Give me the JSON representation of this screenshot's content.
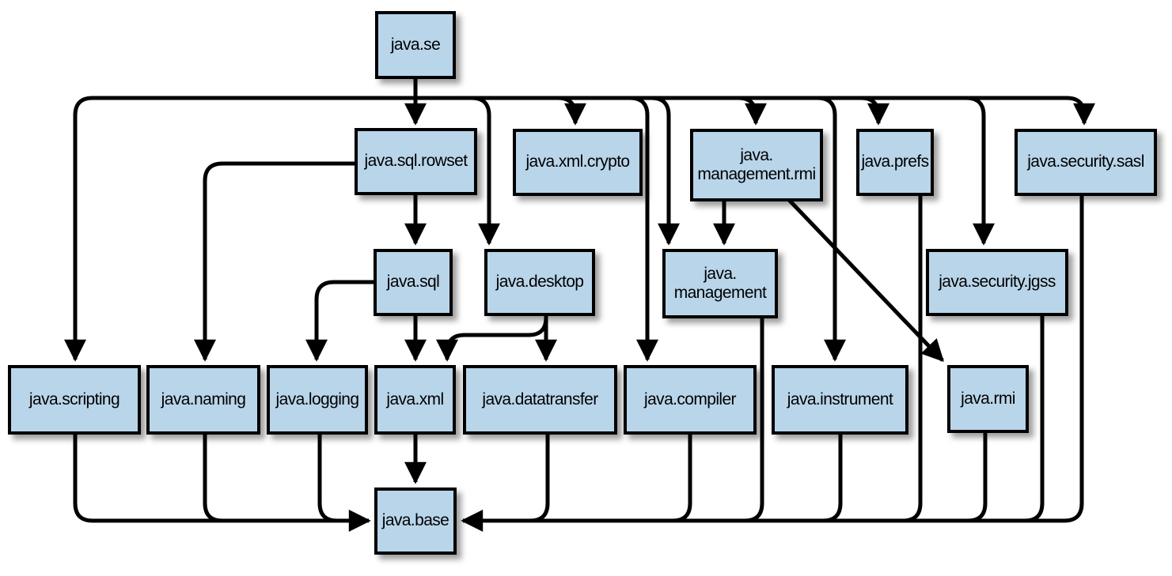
{
  "diagram": {
    "type": "module-dependency-graph",
    "colors": {
      "background": "#ffffff",
      "node_fill": "#b9d5ea",
      "node_border": "#000000",
      "edge": "#000000"
    },
    "nodes": [
      {
        "id": "java.se",
        "label": "java.se"
      },
      {
        "id": "java.sql.rowset",
        "label": "java.sql.rowset"
      },
      {
        "id": "java.xml.crypto",
        "label": "java.xml.crypto"
      },
      {
        "id": "java.management.rmi",
        "line1": "java.",
        "line2": "management.rmi"
      },
      {
        "id": "java.prefs",
        "label": "java.prefs"
      },
      {
        "id": "java.security.sasl",
        "label": "java.security.sasl"
      },
      {
        "id": "java.sql",
        "label": "java.sql"
      },
      {
        "id": "java.desktop",
        "label": "java.desktop"
      },
      {
        "id": "java.management",
        "line1": "java.",
        "line2": "management"
      },
      {
        "id": "java.security.jgss",
        "label": "java.security.jgss"
      },
      {
        "id": "java.scripting",
        "label": "java.scripting"
      },
      {
        "id": "java.naming",
        "label": "java.naming"
      },
      {
        "id": "java.logging",
        "label": "java.logging"
      },
      {
        "id": "java.xml",
        "label": "java.xml"
      },
      {
        "id": "java.datatransfer",
        "label": "java.datatransfer"
      },
      {
        "id": "java.compiler",
        "label": "java.compiler"
      },
      {
        "id": "java.instrument",
        "label": "java.instrument"
      },
      {
        "id": "java.rmi",
        "label": "java.rmi"
      },
      {
        "id": "java.base",
        "label": "java.base"
      }
    ],
    "edges": [
      {
        "from": "java.se",
        "to": "java.sql.rowset"
      },
      {
        "from": "java.se",
        "to": "java.xml.crypto"
      },
      {
        "from": "java.se",
        "to": "java.management.rmi"
      },
      {
        "from": "java.se",
        "to": "java.prefs"
      },
      {
        "from": "java.se",
        "to": "java.security.sasl"
      },
      {
        "from": "java.se",
        "to": "java.scripting"
      },
      {
        "from": "java.se",
        "to": "java.desktop"
      },
      {
        "from": "java.se",
        "to": "java.management"
      },
      {
        "from": "java.se",
        "to": "java.compiler"
      },
      {
        "from": "java.se",
        "to": "java.instrument"
      },
      {
        "from": "java.se",
        "to": "java.security.jgss"
      },
      {
        "from": "java.sql.rowset",
        "to": "java.sql"
      },
      {
        "from": "java.sql.rowset",
        "to": "java.naming"
      },
      {
        "from": "java.sql",
        "to": "java.xml"
      },
      {
        "from": "java.sql",
        "to": "java.logging"
      },
      {
        "from": "java.desktop",
        "to": "java.xml"
      },
      {
        "from": "java.desktop",
        "to": "java.datatransfer"
      },
      {
        "from": "java.management.rmi",
        "to": "java.management"
      },
      {
        "from": "java.management.rmi",
        "to": "java.rmi"
      },
      {
        "from": "java.xml",
        "to": "java.base"
      },
      {
        "from": "java.scripting",
        "to": "java.base"
      },
      {
        "from": "java.naming",
        "to": "java.base"
      },
      {
        "from": "java.logging",
        "to": "java.base"
      },
      {
        "from": "java.datatransfer",
        "to": "java.base"
      },
      {
        "from": "java.compiler",
        "to": "java.base"
      },
      {
        "from": "java.management",
        "to": "java.base"
      },
      {
        "from": "java.instrument",
        "to": "java.base"
      },
      {
        "from": "java.prefs",
        "to": "java.base"
      },
      {
        "from": "java.rmi",
        "to": "java.base"
      },
      {
        "from": "java.security.jgss",
        "to": "java.base"
      },
      {
        "from": "java.security.sasl",
        "to": "java.base"
      }
    ]
  }
}
